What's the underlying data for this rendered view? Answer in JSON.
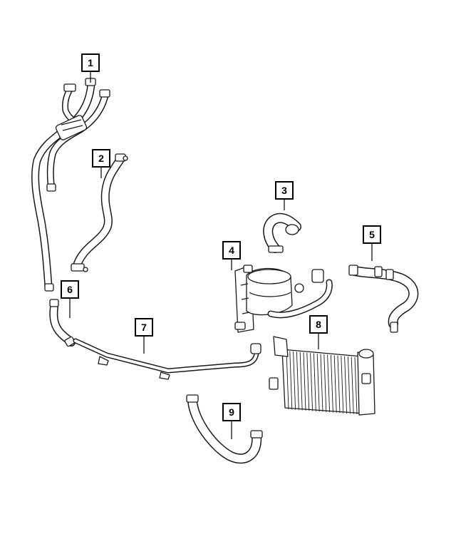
{
  "diagram": {
    "callouts": [
      {
        "id": "1",
        "label": "1"
      },
      {
        "id": "2",
        "label": "2"
      },
      {
        "id": "3",
        "label": "3"
      },
      {
        "id": "4",
        "label": "4"
      },
      {
        "id": "5",
        "label": "5"
      },
      {
        "id": "6",
        "label": "6"
      },
      {
        "id": "7",
        "label": "7"
      },
      {
        "id": "8",
        "label": "8"
      },
      {
        "id": "9",
        "label": "9"
      }
    ],
    "colors": {
      "line": "#1a1a1a",
      "background": "#ffffff"
    }
  }
}
